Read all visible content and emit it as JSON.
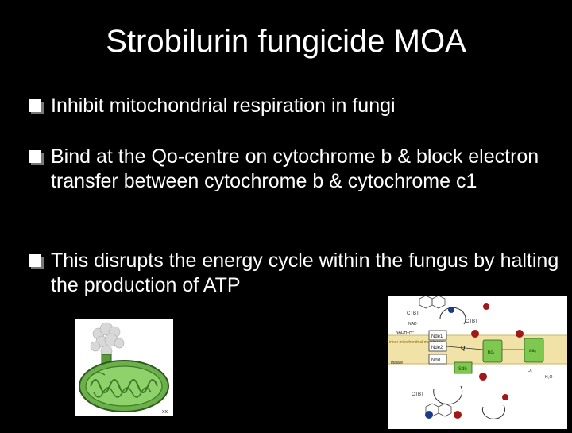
{
  "title": "Strobilurin fungicide MOA",
  "bullets": [
    {
      "text": "Inhibit mitochondrial respiration in fungi"
    },
    {
      "text": "Bind at the Qo-centre on cytochrome b & block electron transfer between cytochrome b & cytochrome c1"
    },
    {
      "text": "This disrupts the energy cycle within the fungus by halting the production of ATP"
    }
  ],
  "icons": {
    "bullet": "square-bullet-icon"
  },
  "colors": {
    "background": "#000000",
    "text": "#ffffff",
    "membrane": "#f1e3a8",
    "complex": "#7ec850"
  },
  "pathway_labels": {
    "ctbt_top": "CTBT",
    "nad": "NAD⁺",
    "nadh": "NADH+H⁺",
    "inner_membrane": "inner mitochondrial membrane",
    "malate": "malate",
    "nde1": "Nde1",
    "nde2": "Nde2",
    "ndi1": "Ndi1",
    "q": "Q",
    "c3": "bc₁",
    "c4": "aa₃",
    "sdh": "Sdh",
    "o2": "O₂",
    "h2o": "H₂O",
    "ctbt_right": "CTBT",
    "ctbt_bottom": "CTBT"
  }
}
